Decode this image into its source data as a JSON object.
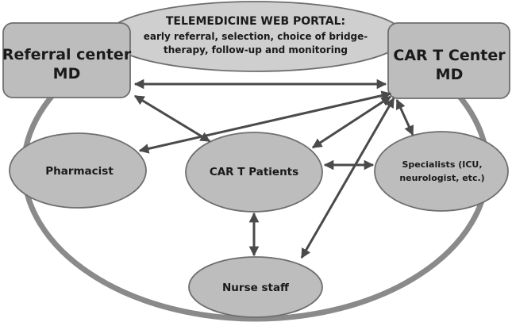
{
  "portal": {
    "title": "TELEMEDICINE WEB PORTAL:",
    "line1": "early referral, selection, choice of bridge-",
    "line2": "therapy, follow-up and monitoring"
  },
  "referral": {
    "line1": "Referral center",
    "line2": "MD"
  },
  "cart_center": {
    "line1": "CAR T Center",
    "line2": "MD"
  },
  "pharmacist": "Pharmacist",
  "patients": "CAR T Patients",
  "specialists": {
    "line1": "Specialists (ICU,",
    "line2": "neurologist, etc.)"
  },
  "nurse": "Nurse staff",
  "colors": {
    "fill": "#bdbdbd",
    "stroke": "#6e6e6e",
    "ring": "#8a8a8a",
    "arrow": "#4a4a4a",
    "text": "#1a1a1a"
  }
}
